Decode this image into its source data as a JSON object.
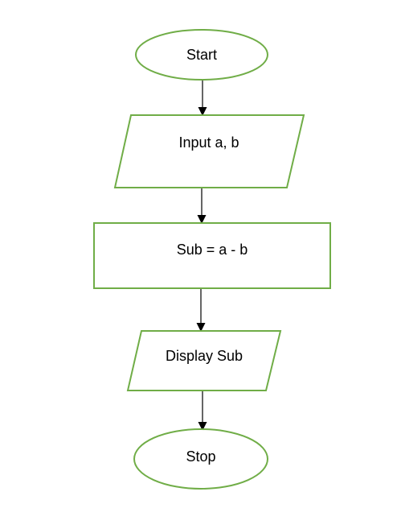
{
  "diagram": {
    "type": "flowchart",
    "colors": {
      "shape_border": "#70ad47",
      "shape_fill": "#ffffff",
      "connector": "#000000",
      "text": "#000000"
    },
    "nodes": [
      {
        "id": "start",
        "shape": "terminator",
        "label": "Start"
      },
      {
        "id": "input",
        "shape": "input-output",
        "label": "Input a, b"
      },
      {
        "id": "process",
        "shape": "process",
        "label": "Sub = a - b"
      },
      {
        "id": "display",
        "shape": "input-output",
        "label": "Display Sub"
      },
      {
        "id": "stop",
        "shape": "terminator",
        "label": "Stop"
      }
    ],
    "edges": [
      {
        "from": "start",
        "to": "input"
      },
      {
        "from": "input",
        "to": "process"
      },
      {
        "from": "process",
        "to": "display"
      },
      {
        "from": "display",
        "to": "stop"
      }
    ]
  }
}
